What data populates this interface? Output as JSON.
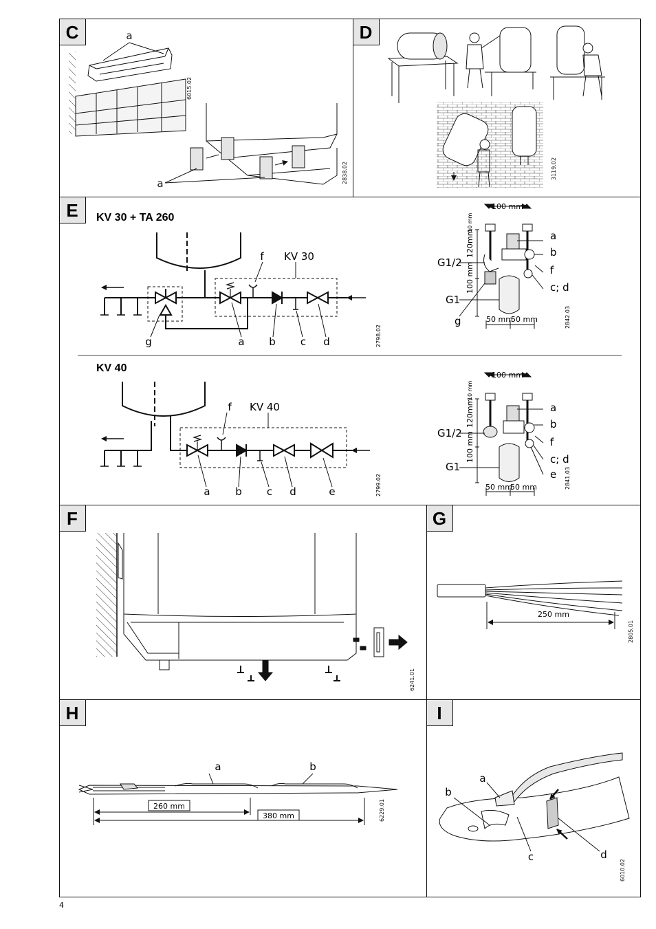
{
  "page_number": "4",
  "panels": {
    "C": {
      "letter": "C",
      "label_a_top": "a",
      "label_a_bottom": "a",
      "code1": "6015.02",
      "code2": "2838.02"
    },
    "D": {
      "letter": "D",
      "code": "3119.02"
    },
    "E": {
      "letter": "E",
      "kv30": {
        "title": "KV 30 + TA 260",
        "kv_label": "KV 30",
        "f": "f",
        "a": "a",
        "b": "b",
        "c": "c",
        "d": "d",
        "g": "g",
        "code": "2798.02",
        "photo": {
          "dim_top": "100 mm",
          "dim_120": "120mm",
          "dim_100": "100 mm",
          "dim_10": "10 mm",
          "g12": "G1/2",
          "g1": "G1",
          "dim_50a": "50 mm",
          "dim_50b": "50 mm",
          "a": "a",
          "b": "b",
          "f": "f",
          "cd": "c; d",
          "g": "g",
          "code": "2842.03"
        }
      },
      "kv40": {
        "title": "KV 40",
        "kv_label": "KV 40",
        "f": "f",
        "a": "a",
        "b": "b",
        "c": "c",
        "d": "d",
        "e": "e",
        "code": "2799.02",
        "photo": {
          "dim_top": "100 mm",
          "dim_120": "120mm",
          "dim_100": "100 mm",
          "dim_10": "10 mm",
          "g12": "G1/2",
          "g1": "G1",
          "dim_50a": "50 mm",
          "dim_50b": "50 mm",
          "a": "a",
          "b": "b",
          "f": "f",
          "cd": "c; d",
          "e": "e",
          "code": "2841.03"
        }
      }
    },
    "F": {
      "letter": "F",
      "code": "6241.01"
    },
    "G": {
      "letter": "G",
      "dim": "250 mm",
      "code": "2805.01"
    },
    "H": {
      "letter": "H",
      "a": "a",
      "b": "b",
      "dim1": "260 mm",
      "dim2": "380 mm",
      "code": "6229.01"
    },
    "I": {
      "letter": "I",
      "a": "a",
      "b": "b",
      "c": "c",
      "d": "d",
      "code": "6010.02"
    }
  }
}
